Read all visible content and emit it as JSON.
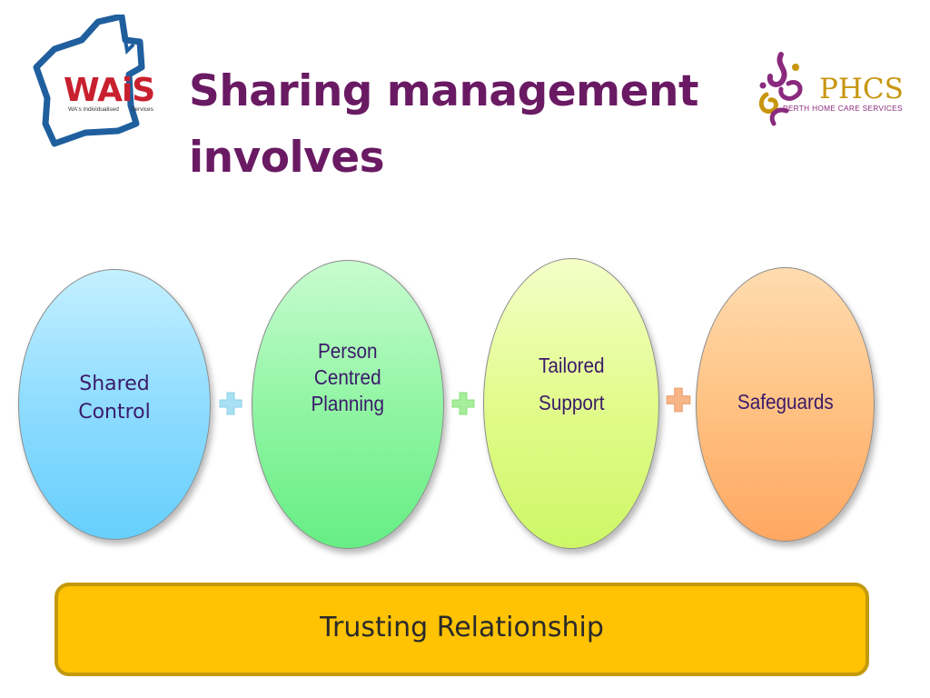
{
  "title": {
    "line1": "Sharing management",
    "line2": "involves"
  },
  "logos": {
    "wais": {
      "wordmark": "WAiS",
      "tagline_left": "WA's Individualised",
      "tagline_right": "Services"
    },
    "phcs": {
      "wordmark": "PHCS",
      "tagline": "PERTH HOME CARE SERVICES"
    }
  },
  "ovals": [
    {
      "lines": [
        "Shared",
        "Control"
      ]
    },
    {
      "lines": [
        "Person",
        "Centred",
        "Planning"
      ]
    },
    {
      "lines": [
        "Tailored",
        "Support"
      ]
    },
    {
      "lines": [
        "Safeguards"
      ]
    }
  ],
  "connectors": [
    "plus-icon",
    "plus-icon",
    "plus-icon"
  ],
  "foundation": {
    "label": "Trusting Relationship"
  },
  "colors": {
    "title": "#6a1a63",
    "shared_control": "#8fdcff",
    "person_centred_planning": "#92f5a4",
    "tailored_support": "#e2fb8c",
    "safeguards": "#ffc283",
    "foundation_fill": "#ffc303",
    "foundation_border": "#c39a0c",
    "wais_red": "#c8202e",
    "wais_blue": "#1f5f9e",
    "phcs_purple": "#8a2a7e",
    "phcs_gold": "#c8950e"
  }
}
